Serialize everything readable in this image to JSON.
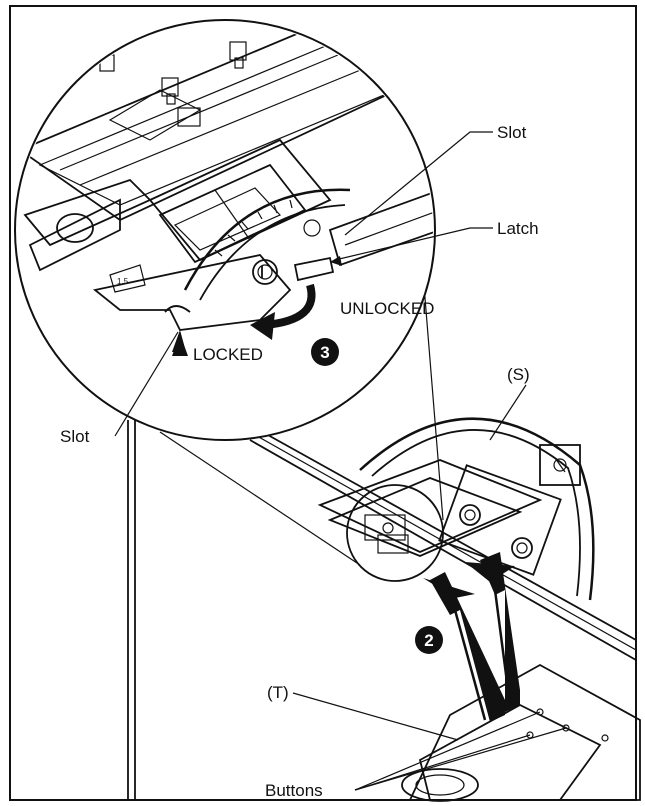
{
  "diagram": {
    "labels": {
      "slot_top": "Slot",
      "latch": "Latch",
      "unlocked": "UNLOCKED",
      "locked": "LOCKED",
      "slot_left": "Slot",
      "s_label": "(S)",
      "t_label": "(T)",
      "buttons": "Buttons"
    },
    "steps": {
      "step_2": "2",
      "step_3": "3"
    },
    "colors": {
      "line": "#111111",
      "background": "#ffffff",
      "marker_fill": "#111111"
    }
  }
}
